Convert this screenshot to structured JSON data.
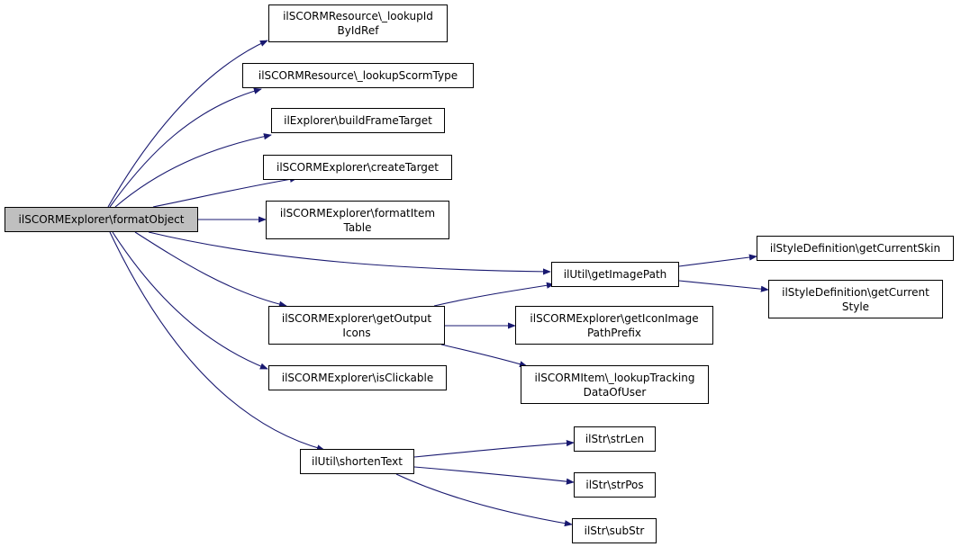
{
  "diagram": {
    "edge_color": "#191970",
    "root_fill": "#bfbfbf",
    "nodes": [
      {
        "id": "formatObject",
        "lines": [
          "ilSCORMExplorer\\formatObject"
        ]
      },
      {
        "id": "lookupIdByIdRef",
        "lines": [
          "ilSCORMResource\\_lookupId",
          "ByIdRef"
        ]
      },
      {
        "id": "lookupScormType",
        "lines": [
          "ilSCORMResource\\_lookupScormType"
        ]
      },
      {
        "id": "buildFrameTarget",
        "lines": [
          "ilExplorer\\buildFrameTarget"
        ]
      },
      {
        "id": "createTarget",
        "lines": [
          "ilSCORMExplorer\\createTarget"
        ]
      },
      {
        "id": "formatItemTable",
        "lines": [
          "ilSCORMExplorer\\formatItem",
          "Table"
        ]
      },
      {
        "id": "getImagePath",
        "lines": [
          "ilUtil\\getImagePath"
        ]
      },
      {
        "id": "getCurrentSkin",
        "lines": [
          "ilStyleDefinition\\getCurrentSkin"
        ]
      },
      {
        "id": "getCurrentStyle",
        "lines": [
          "ilStyleDefinition\\getCurrent",
          "Style"
        ]
      },
      {
        "id": "getOutputIcons",
        "lines": [
          "ilSCORMExplorer\\getOutput",
          "Icons"
        ]
      },
      {
        "id": "getIconImagePathPrefix",
        "lines": [
          "ilSCORMExplorer\\getIconImage",
          "PathPrefix"
        ]
      },
      {
        "id": "lookupTrackingDataOfUser",
        "lines": [
          "ilSCORMItem\\_lookupTracking",
          "DataOfUser"
        ]
      },
      {
        "id": "isClickable",
        "lines": [
          "ilSCORMExplorer\\isClickable"
        ]
      },
      {
        "id": "shortenText",
        "lines": [
          "ilUtil\\shortenText"
        ]
      },
      {
        "id": "strLen",
        "lines": [
          "ilStr\\strLen"
        ]
      },
      {
        "id": "strPos",
        "lines": [
          "ilStr\\strPos"
        ]
      },
      {
        "id": "subStr",
        "lines": [
          "ilStr\\subStr"
        ]
      }
    ],
    "edges": [
      {
        "from": "formatObject",
        "to": "lookupIdByIdRef"
      },
      {
        "from": "formatObject",
        "to": "lookupScormType"
      },
      {
        "from": "formatObject",
        "to": "buildFrameTarget"
      },
      {
        "from": "formatObject",
        "to": "createTarget"
      },
      {
        "from": "formatObject",
        "to": "formatItemTable"
      },
      {
        "from": "formatObject",
        "to": "getImagePath"
      },
      {
        "from": "formatObject",
        "to": "getOutputIcons"
      },
      {
        "from": "formatObject",
        "to": "isClickable"
      },
      {
        "from": "formatObject",
        "to": "shortenText"
      },
      {
        "from": "getImagePath",
        "to": "getCurrentSkin"
      },
      {
        "from": "getImagePath",
        "to": "getCurrentStyle"
      },
      {
        "from": "getOutputIcons",
        "to": "getImagePath"
      },
      {
        "from": "getOutputIcons",
        "to": "getIconImagePathPrefix"
      },
      {
        "from": "getOutputIcons",
        "to": "lookupTrackingDataOfUser"
      },
      {
        "from": "shortenText",
        "to": "strLen"
      },
      {
        "from": "shortenText",
        "to": "strPos"
      },
      {
        "from": "shortenText",
        "to": "subStr"
      }
    ]
  }
}
